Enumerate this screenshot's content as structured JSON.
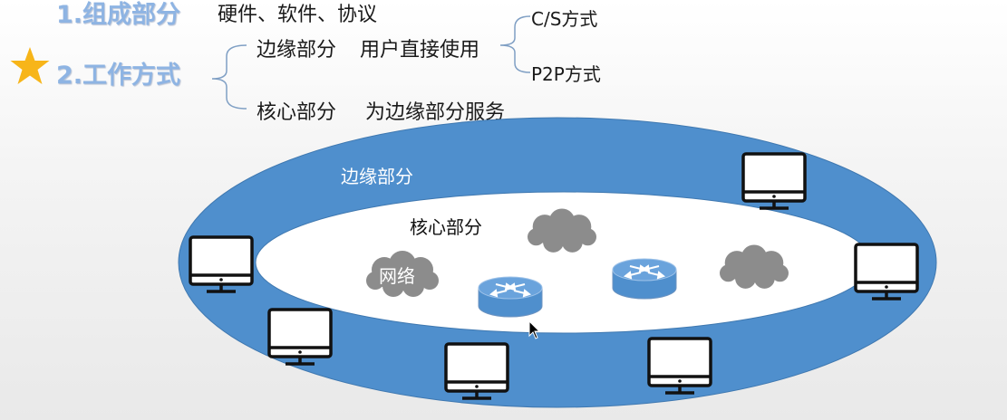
{
  "header": {
    "item1_title": "1.组成部分",
    "item1_desc": "硬件、软件、协议",
    "item2_title": "2.工作方式",
    "edge_label": "边缘部分",
    "edge_desc": "用户直接使用",
    "core_label": "核心部分",
    "core_desc": "为边缘部分服务",
    "mode_cs": "C/S方式",
    "mode_p2p": "P2P方式"
  },
  "diagram": {
    "outer_label": "边缘部分",
    "inner_label": "核心部分",
    "cloud_label": "网络"
  },
  "colors": {
    "heading": "#8eb4e3",
    "ring": "#4f8fcd",
    "star": "#f7b519",
    "cloud": "#8c8c8c",
    "router": "#4f8fcd"
  }
}
